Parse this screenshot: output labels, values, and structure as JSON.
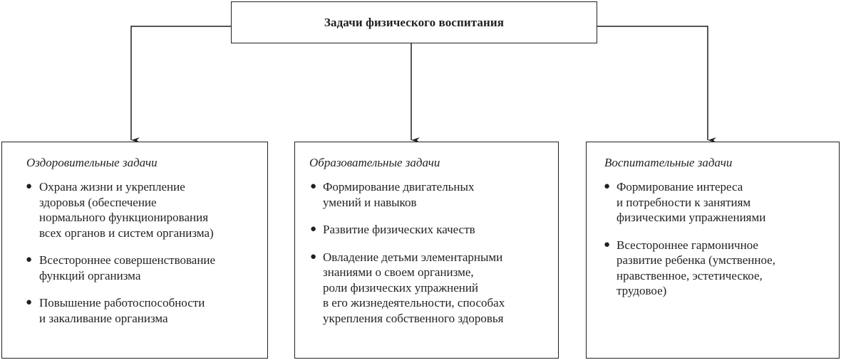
{
  "root": {
    "title": "Задачи физического воспитания"
  },
  "columns": [
    {
      "title": "Оздоровительные задачи",
      "items": [
        [
          "Охрана жизни и укрепление",
          "здоровья (обеспечение",
          "нормального функционирования",
          "всех органов и систем организма)"
        ],
        [
          "Всестороннее совершенствование",
          "функций организма"
        ],
        [
          "Повышение работоспособности",
          "и закаливание организма"
        ]
      ]
    },
    {
      "title": "Образовательные задачи",
      "items": [
        [
          "Формирование двигательных",
          "умений и навыков"
        ],
        [
          "Развитие физических качеств"
        ],
        [
          "Овладение детьми элементарными",
          "знаниями о своем организме,",
          "роли физических упражнений",
          "в его жизнедеятельности, способах",
          "укрепления собственного здоровья"
        ]
      ]
    },
    {
      "title": "Воспитательные задачи",
      "items": [
        [
          "Формирование интереса",
          "и потребности к занятиям",
          "физическими упражнениями"
        ],
        [
          "Всестороннее гармоничное",
          "развитие ребенка (умственное,",
          "нравственное, эстетическое,",
          "трудовое)"
        ]
      ]
    }
  ],
  "colors": {
    "line": "#231f20",
    "text": "#231f20"
  }
}
